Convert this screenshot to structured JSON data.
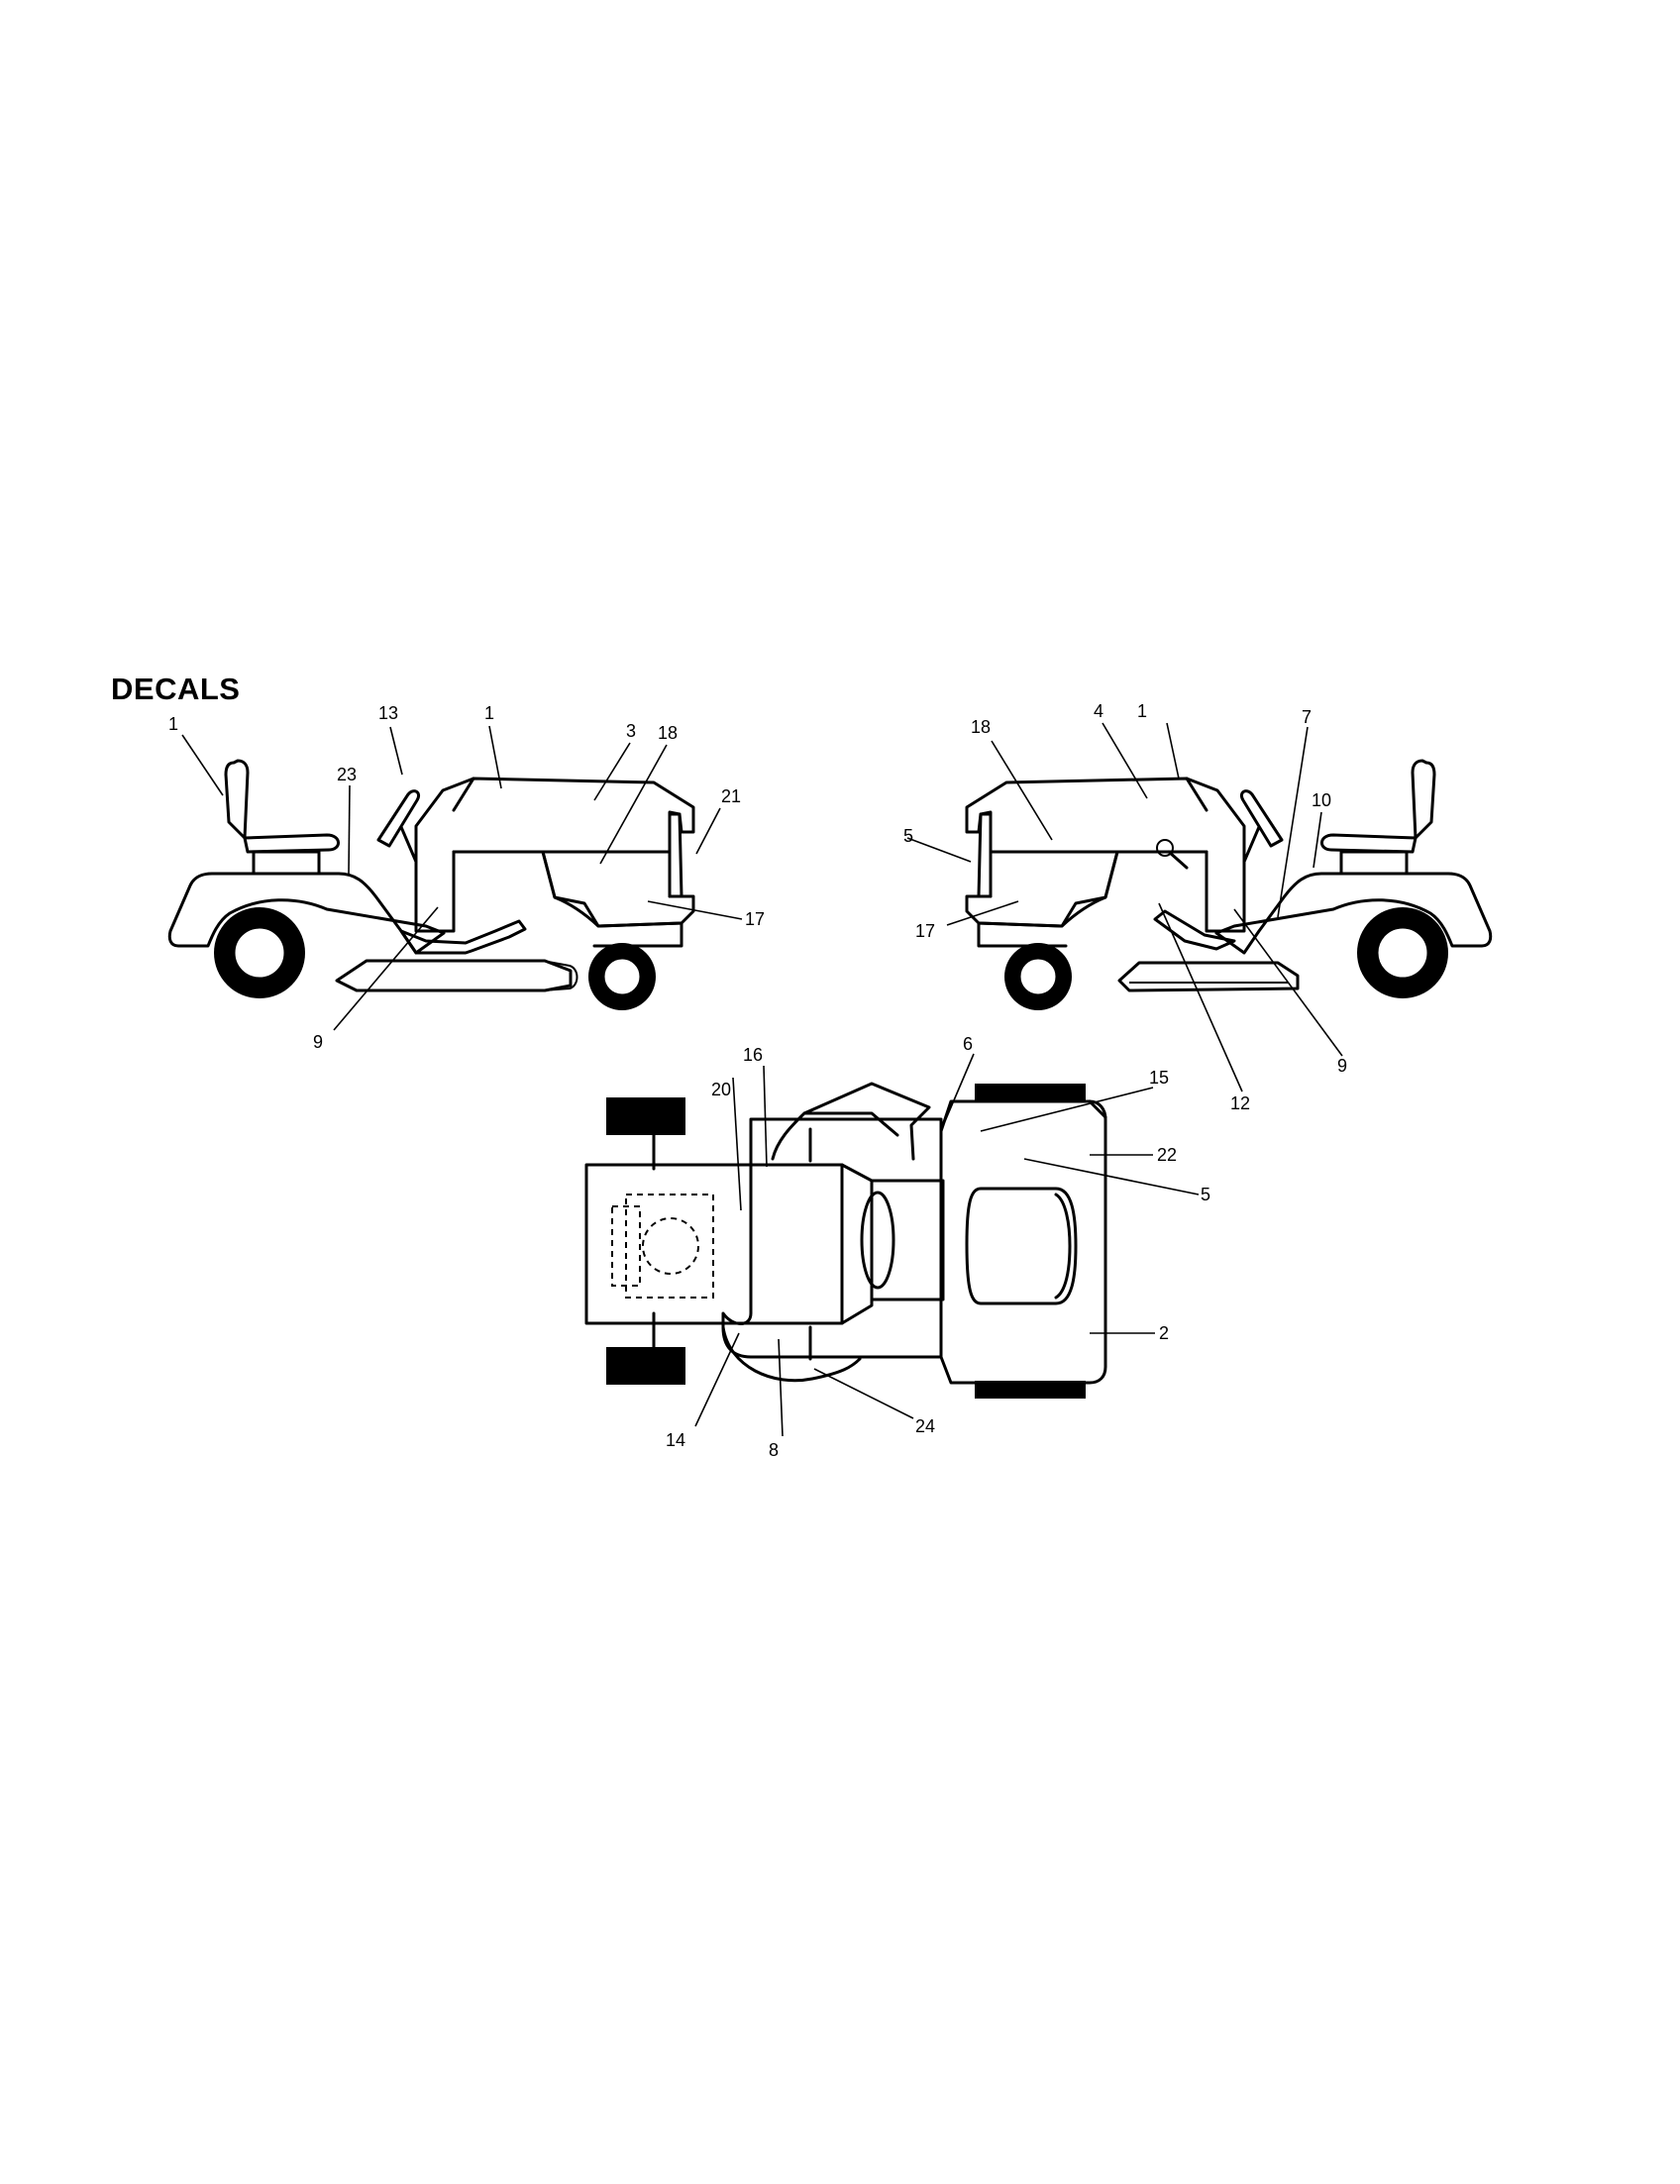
{
  "title": "DECALS",
  "callouts": {
    "left_view": [
      "1",
      "13",
      "1",
      "3",
      "18",
      "23",
      "21",
      "17",
      "9"
    ],
    "right_view": [
      "18",
      "4",
      "1",
      "7",
      "10",
      "5",
      "17",
      "12",
      "9"
    ],
    "top_view": [
      "16",
      "6",
      "15",
      "20",
      "22",
      "5",
      "2",
      "24",
      "14",
      "8"
    ]
  },
  "colors": {
    "line": "#000000",
    "background": "#ffffff"
  }
}
